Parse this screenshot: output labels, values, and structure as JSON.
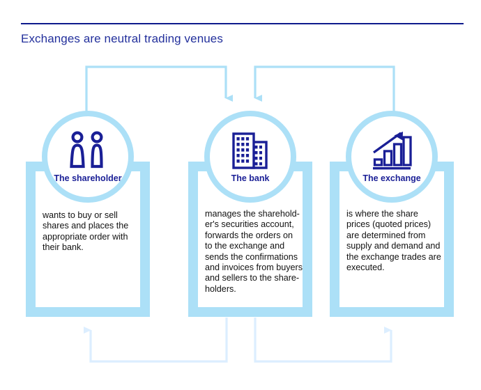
{
  "document": {
    "title": "Exchanges are neutral trading venues",
    "rule_color": "#0d1a8c",
    "title_color": "#23309c"
  },
  "theme": {
    "accent_light": "#ace0f7",
    "accent_pale": "#dcefff",
    "icon_navy": "#1a1f96",
    "text_black": "#111111"
  },
  "nodes": [
    {
      "id": "shareholder",
      "icon": "two-people-icon",
      "label": "The shareholder",
      "text": "wants to buy or sell\nshares and places the\nappropriate order with\ntheir bank."
    },
    {
      "id": "bank",
      "icon": "office-buildings-icon",
      "label": "The bank",
      "text": "manages the sharehold-\ner's securities account,\nforwards the orders on\nto the exchange and\nsends the confirmations\nand invoices from buyers\nand sellers to the share-\nholders."
    },
    {
      "id": "exchange",
      "icon": "growth-bar-chart-icon",
      "label": "The exchange",
      "text": "is where the share\nprices (quoted prices)\nare determined from\nsupply and demand and\nthe exchange trades are\nexecuted."
    }
  ],
  "connectors": [
    {
      "id": "shareholder-to-bank",
      "from": "shareholder",
      "to": "bank",
      "position": "top",
      "direction": "right-then-down"
    },
    {
      "id": "exchange-to-bank",
      "from": "exchange",
      "to": "bank",
      "position": "top",
      "direction": "left-then-down"
    },
    {
      "id": "bank-to-shareholder",
      "from": "bank",
      "to": "shareholder",
      "position": "bottom",
      "direction": "left-then-up"
    },
    {
      "id": "bank-to-exchange",
      "from": "bank",
      "to": "exchange",
      "position": "bottom",
      "direction": "right-then-up"
    }
  ]
}
